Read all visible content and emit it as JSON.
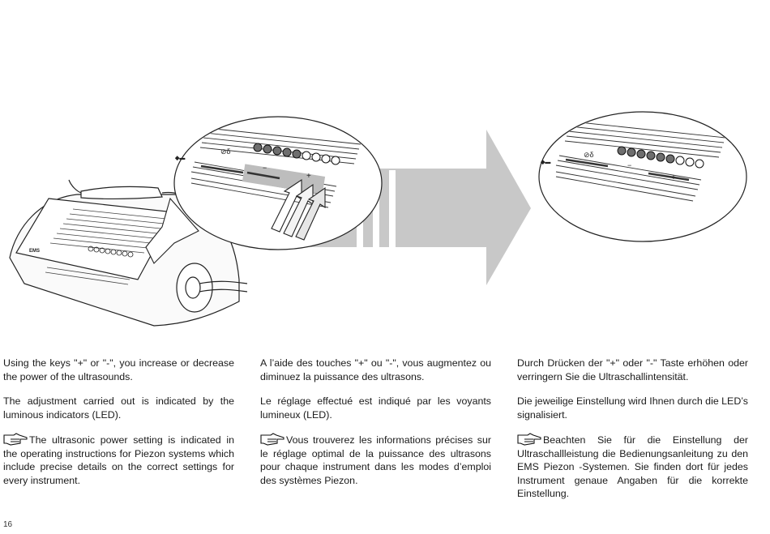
{
  "figure": {
    "device_brand": "EMS",
    "key_minus": "−",
    "key_plus": "+"
  },
  "columns": [
    {
      "lang": "en",
      "p1": "Using the keys \"+\" or \"-\", you increase or decrease the power of the ultrasounds.",
      "p2": "The adjustment carried out is indicated by the luminous indicators (LED).",
      "p3": "The ultrasonic power setting is indicated in the operating instructions for Piezon systems which include precise details on the correct settings for every instrument."
    },
    {
      "lang": "fr",
      "p1": "A l’aide des touches \"+\" ou \"-\", vous augmentez ou diminuez la puissance des ultrasons.",
      "p2": "Le réglage effectué est indiqué par les voyants lumineux (LED).",
      "p3": "Vous trouverez les informations précises sur le réglage optimal de la puissance des ultrasons pour chaque instrument dans les modes d’emploi des systèmes Piezon."
    },
    {
      "lang": "de",
      "p1": "Durch Drücken der \"+\" oder \"-\" Taste erhöhen oder verringern Sie die Ultraschallintensität.",
      "p2": "Die jeweilige Einstellung wird Ihnen durch die LED’s signalisiert.",
      "p3": "Beachten Sie für die Einstellung der Ultraschallleistung die Bedienungsanleitung zu den EMS Piezon -Systemen. Sie finden dort für jedes Instrument genaue Angaben für die korrekte Einstellung."
    }
  ],
  "page_number": "16",
  "icons": {
    "note": "pointing-hand-icon"
  }
}
